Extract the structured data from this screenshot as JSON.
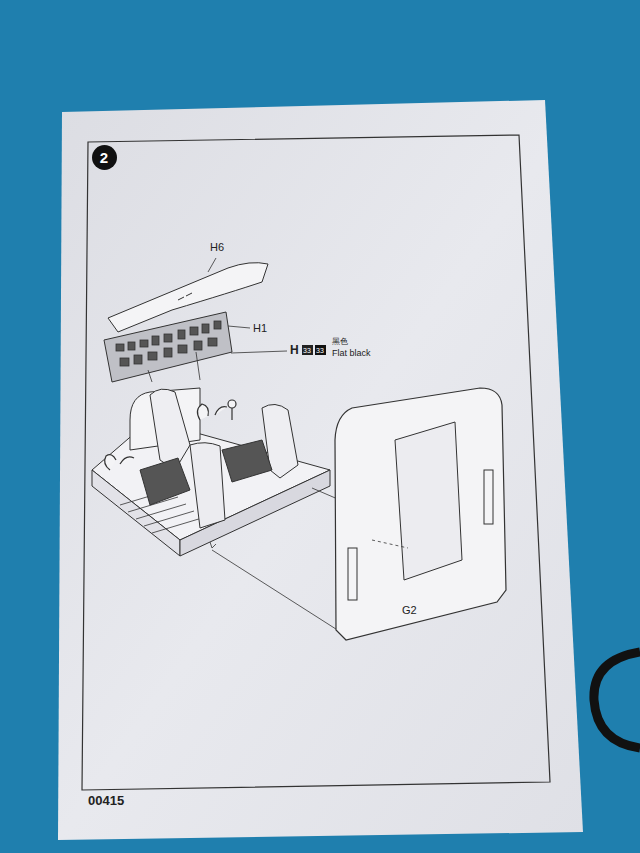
{
  "diagram": {
    "nodes": [
      {
        "text": [
          "2"
        ]
      },
      {
        "text": [
          "33"
        ]
      },
      {
        "text": [
          "33"
        ]
      }
    ],
    "labels": [
      "H6",
      "H1",
      "H",
      "黑色",
      "Flat black",
      "G2",
      "00415"
    ]
  }
}
